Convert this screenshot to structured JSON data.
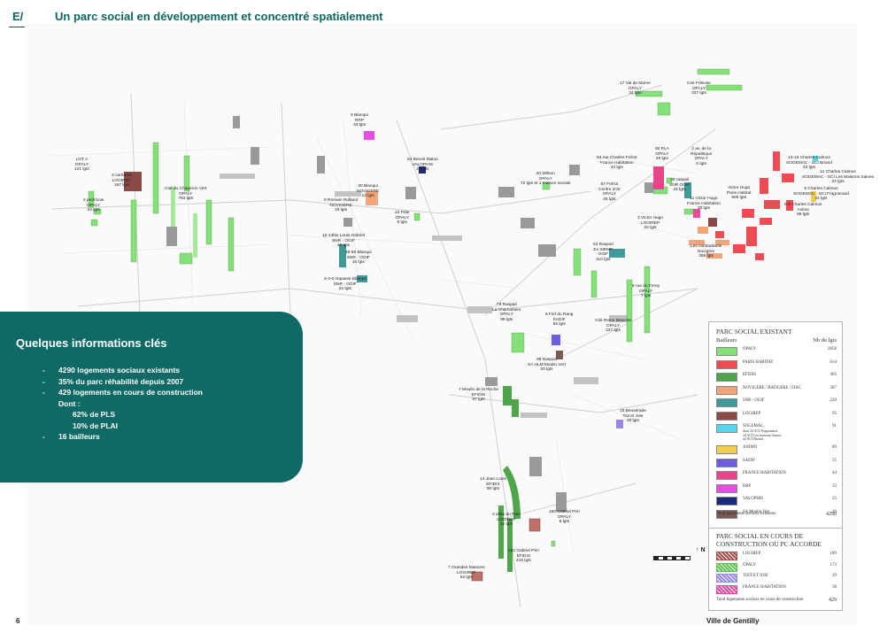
{
  "header": {
    "section": "E/",
    "title": "Un parc social en développement et concentré spatialement"
  },
  "info_box": {
    "title": "Quelques informations clés",
    "items": [
      "4290 logements sociaux existants",
      "35% du parc réhabilité depuis 2007",
      "429 logements en cours de construction",
      "16 bailleurs"
    ],
    "sub_label": "Dont :",
    "sub_items": [
      "62% de PLS",
      "10% de PLAI"
    ]
  },
  "legend_existing": {
    "title": "PARC SOCIAL EXISTANT",
    "col_bailleurs": "Bailleurs",
    "col_nb": "Nb de lgts",
    "rows": [
      {
        "name": "OPALY",
        "value": "2058",
        "color": "#86e07a"
      },
      {
        "name": "PARIS HABITAT",
        "value": "634",
        "color": "#ee4b52"
      },
      {
        "name": "EFIDIS",
        "value": "365",
        "color": "#4fa64a"
      },
      {
        "name": "NOVIGERE / BATIGERE / FIAC",
        "value": "387",
        "color": "#f2a57a"
      },
      {
        "name": "SNR - OGIF",
        "value": "220",
        "color": "#3f9a98"
      },
      {
        "name": "LOGIREP",
        "value": "95",
        "color": "#8a4a48"
      },
      {
        "name": "SOGEMAC",
        "value": "91",
        "color": "#58d4ea",
        "note": "dont 24 SCI Fragonnard\n24 SCI Les maisons Saines\n42 SCI Briand"
      },
      {
        "name": "AXIMO",
        "value": "89",
        "color": "#f0cf4e"
      },
      {
        "name": "SADIF",
        "value": "55",
        "color": "#6b5de0"
      },
      {
        "name": "FRANCE HABITATION",
        "value": "44",
        "color": "#e8458d"
      },
      {
        "name": "RRP",
        "value": "33",
        "color": "#e64de0"
      },
      {
        "name": "VALOPHIS",
        "value": "25",
        "color": "#1c2a7a"
      },
      {
        "name": "SA Moulin Vert",
        "value": "20",
        "color": "#7a5a52"
      }
    ],
    "total_label": "Total logements sociaux existants",
    "total_value": "4290"
  },
  "legend_construction": {
    "title": "PARC SOCIAL EN COURS DE CONSTRUCTION OU PC ACCORDE",
    "rows": [
      {
        "name": "LOGIREP",
        "value": "189",
        "color": "#a85048"
      },
      {
        "name": "OPALY",
        "value": "173",
        "color": "#5ac24e"
      },
      {
        "name": "TOIT ET JOIE",
        "value": "29",
        "color": "#9a86e6"
      },
      {
        "name": "FRANCE HABITATION",
        "value": "38",
        "color": "#e84aa0"
      }
    ],
    "total_label": "Total logements sociaux en cours de construction",
    "total_value": "429"
  },
  "map": {
    "north": "N",
    "labels": [
      {
        "text": "LOT A\nOPALY\n121 lgts"
      },
      {
        "text": "2 petit bois\nOPALY\n34 lgts"
      },
      {
        "text": "3 carrières\nLOGIREP\n167 lgts"
      },
      {
        "text": "Cité du Chaperon Vert\nOPALY\n783 lgts"
      },
      {
        "text": "6 Blanqui\nRRP\n33 lgts"
      },
      {
        "text": "53 Benoit Malon\nVALOPHIS\n25 lgts"
      },
      {
        "text": "30 Blanqui\nNOVIGERE\n12 lgts"
      },
      {
        "text": "8 Romain Rolland\nNOVIGERE\n16 lgts"
      },
      {
        "text": "22 Pate\nOPALY\n8 lgts"
      },
      {
        "text": "12-13bis Louis Gabriel\nSNR - OGIF\n20 lgts"
      },
      {
        "text": "48-50 Blanqui\nSNR - OGIF\n15 lgts"
      },
      {
        "text": "2-4-6 impasse Blanqui\nSNR - OGIF\n21 lgts"
      },
      {
        "text": "17 Val de Marne\nOPALY\n34 lgts"
      },
      {
        "text": "Cité Frileuse\nOPALY\n327 lgts"
      },
      {
        "text": "20 Wilson\nOPALY\n72 lgts et 1 maison sociale"
      },
      {
        "text": "53 rue Charles Frérot\nFrance Habitation\n44 lgts"
      },
      {
        "text": "50 PLA\nOPALY\n48 lgts"
      },
      {
        "text": "2 av. de la\nRépublique\nOPALY\n6 lgts"
      },
      {
        "text": "57 Frérot\nCentre d'Or\nOPALY\n26 lgts"
      },
      {
        "text": "28 raspail\nSNR OGIF\n44 lgts"
      },
      {
        "text": "Victor Hugo\nParis Habitat\n605 lgts"
      },
      {
        "text": "11 Victor Hugo\nFrance Habitation\n38 lgts"
      },
      {
        "text": "3 Victor Hugo\nLOGIREP\n22 lgts"
      },
      {
        "text": "Les combattants\nNovigère\n359 lgts"
      },
      {
        "text": "13-15 Charles Calmus\nSOGEMAC - SCI Briand\n43 lgts"
      },
      {
        "text": "11 Charles Calmus\nSOGEMAC - SCI Les Maisons Saines\n24 lgts"
      },
      {
        "text": "9 Charles Calmus\nSOGEMAC - SCI Fragonnard\n24 lgts"
      },
      {
        "text": "6-8 Charles Calmus\nAximo\n89 lgts"
      },
      {
        "text": "63 Raspail\nEx SIEMP\nOGIF\n110 lgts"
      },
      {
        "text": "8 rue du Ferey\nOPALY\n7 lgts"
      },
      {
        "text": "78 Raspail\nLa Chamoisere\nOPALY\n99 lgts"
      },
      {
        "text": "6 Fief du Rang\nSADIF\n55 lgts"
      },
      {
        "text": "Cité Reine Blanche\nOPALY\n437 lgts"
      },
      {
        "text": "89 Raspail\nSA HLM Moulin Vert\n20 lgts"
      },
      {
        "text": "7 Moulin de la Roche\nEFIDIS\n57 lgts"
      },
      {
        "text": "15 Bensérade\nToit et Joie\n29 lgts"
      },
      {
        "text": "14 Jean Louis\nEFIDIS\n90 lgts"
      },
      {
        "text": "3 allée du Parc\nLOGIREP\n42 lgts"
      },
      {
        "text": "160 Gabriel Péri\nOPALY\n5 lgts"
      },
      {
        "text": "162 Gabriel Péri\nEFIDIS\n418 lgts"
      },
      {
        "text": "7 Grandes Maisons\nLOGIREP\n53 lgts"
      }
    ]
  },
  "footer": {
    "page": "6",
    "city": "Ville de Gentilly"
  }
}
